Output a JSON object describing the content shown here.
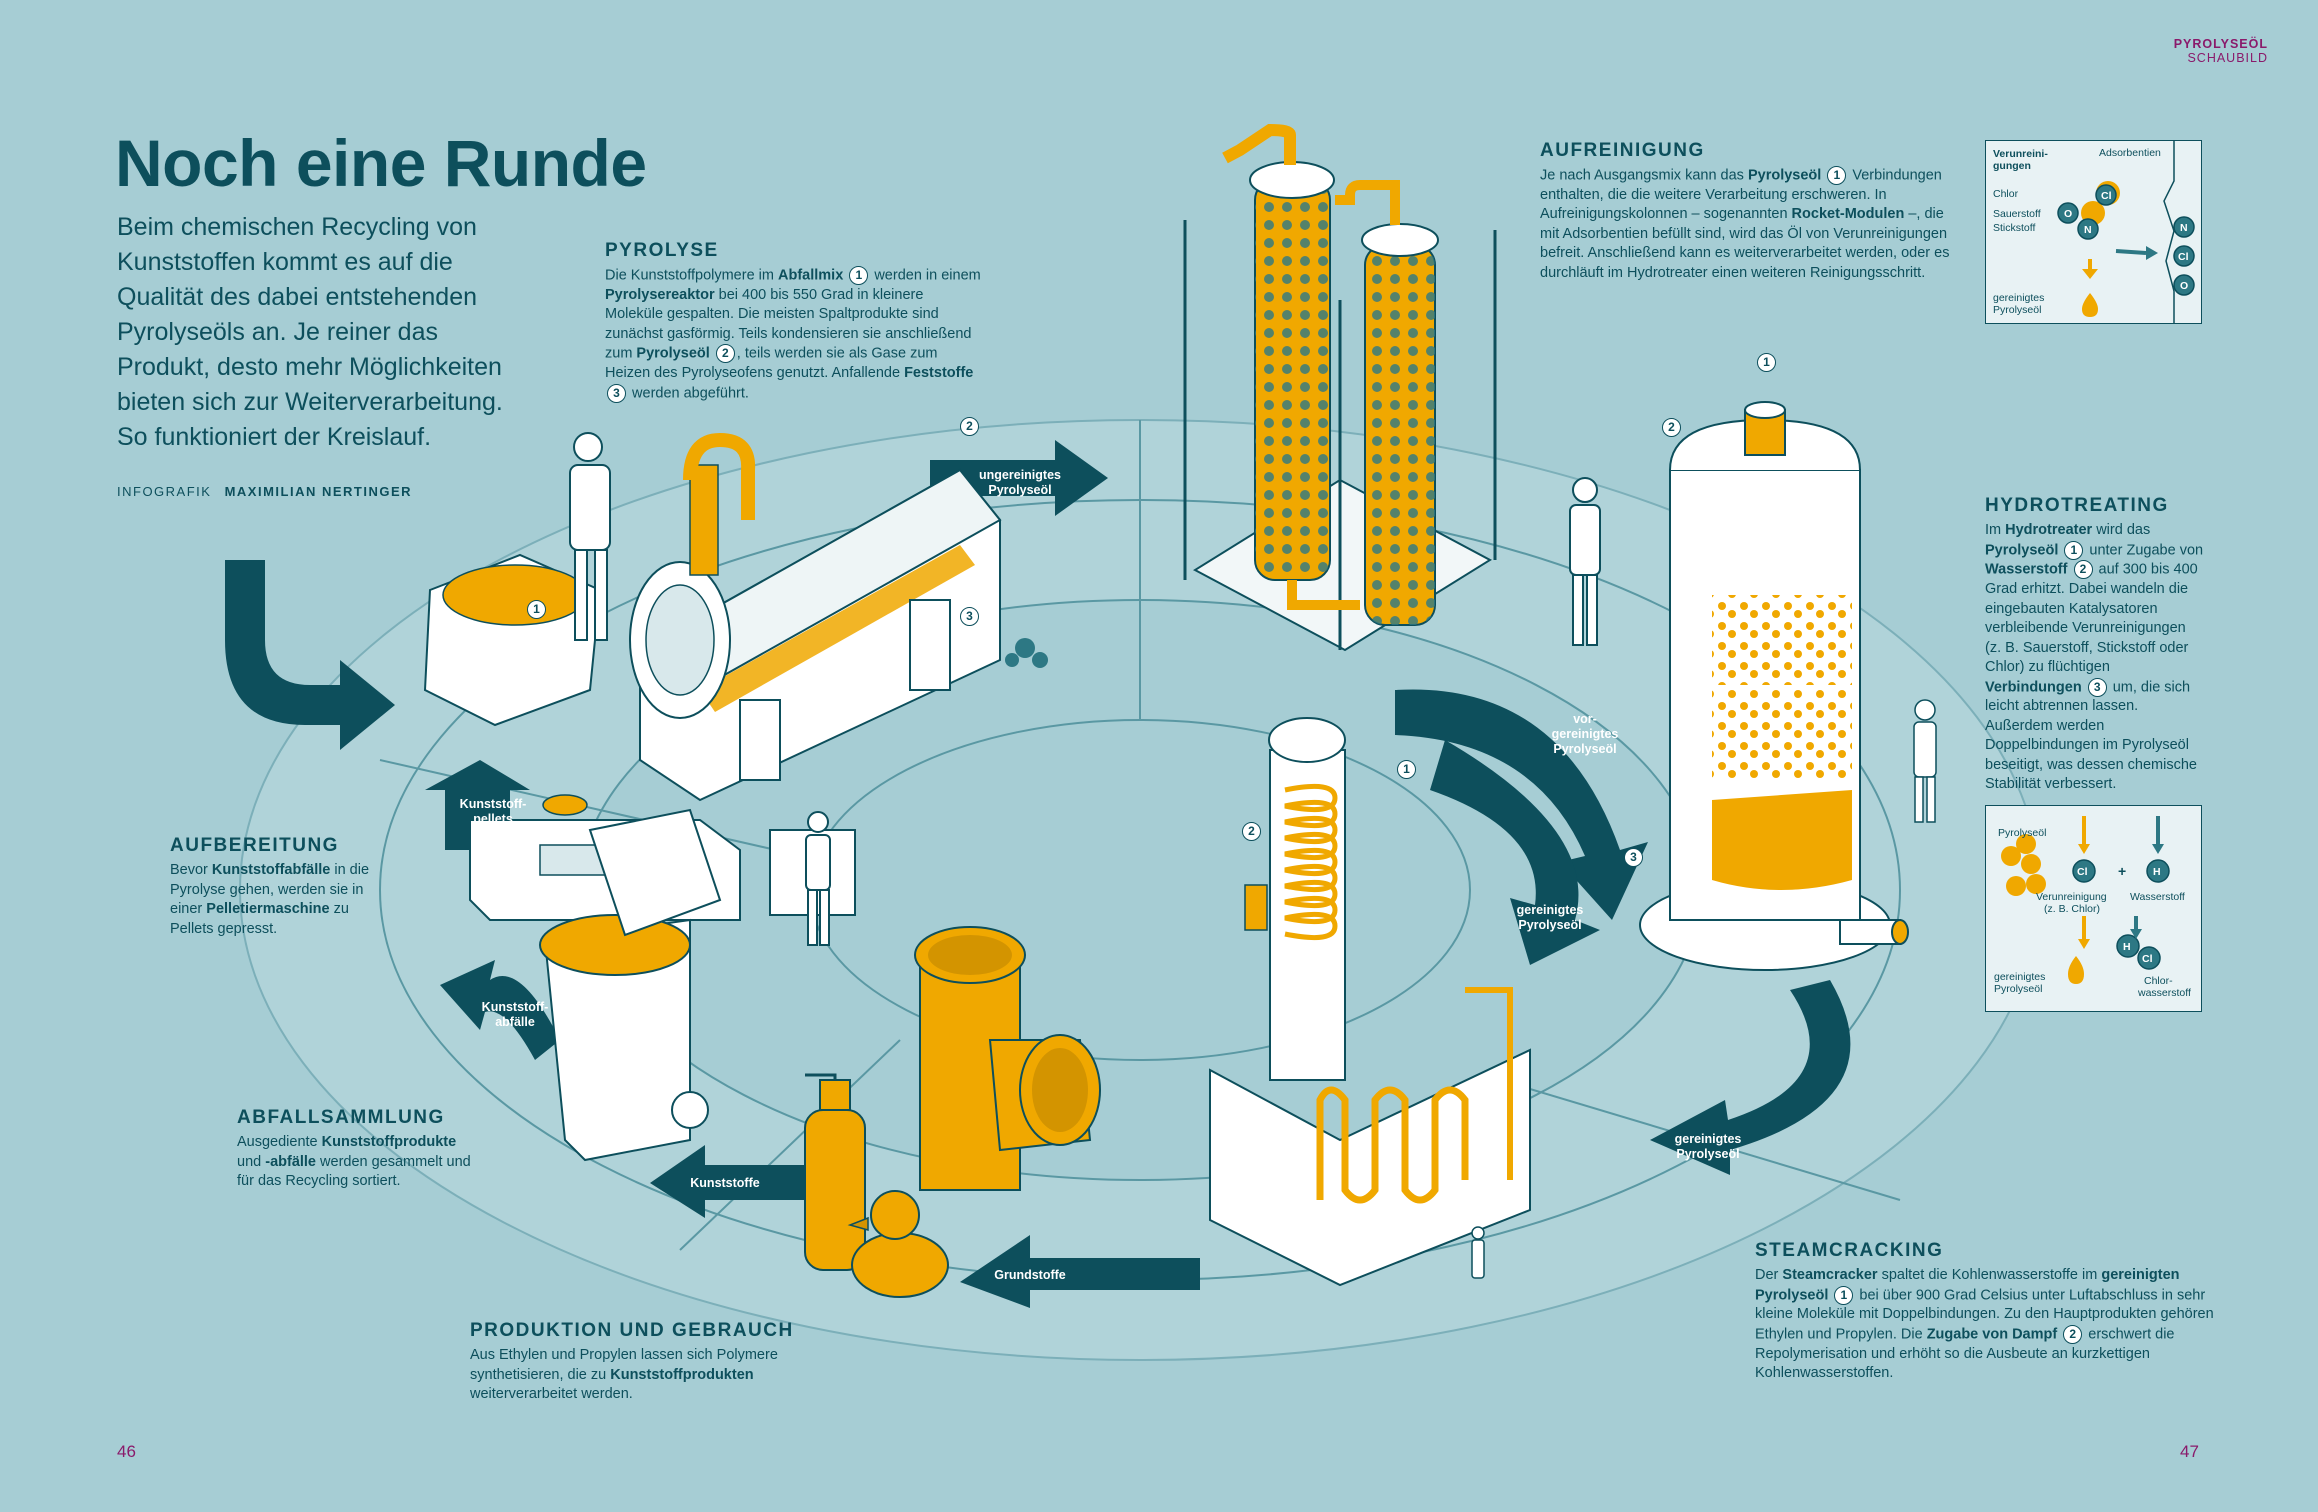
{
  "header": {
    "tag_title": "PYROLYSEÖL",
    "tag_subtitle": "SCHAUBILD"
  },
  "title": "Noch eine Runde",
  "intro": "Beim chemischen Recycling von Kunststoffen kommt es auf die Qualität des dabei entstehenden Pyrolyseöls an. Je reiner das Produkt, desto mehr Möglichkeiten bieten sich zur Weiterverarbeitung. So funktioniert der Kreislauf.",
  "credit": {
    "label": "INFOGRAFIK",
    "name": "MAXIMILIAN NERTINGER"
  },
  "pages": {
    "left": "46",
    "right": "47"
  },
  "sections": {
    "pyrolyse": {
      "title": "PYROLYSE",
      "body_html": "Die Kunststoffpolymere im <b>Abfallmix</b> <span class='num'>1</span> werden in einem <b>Pyrolysereaktor</b> bei 400 bis 550 Grad in kleinere Moleküle gespalten. Die meisten Spaltprodukte sind zunächst gasförmig. Teils kondensieren sie anschließend zum <b>Pyrolyseöl</b> <span class='num'>2</span>, teils werden sie als Gase zum Heizen des Pyrolyseofens genutzt. Anfallende <b>Feststoffe</b> <span class='num'>3</span> werden abgeführt."
    },
    "aufreinigung": {
      "title": "AUFREINIGUNG",
      "body_html": "Je nach Ausgangsmix kann das <b>Pyrolyseöl</b> <span class='num'>1</span> Verbindungen enthalten, die die weitere Verarbeitung erschweren. In Aufreinigungskolonnen – sogenannten <b>Rocket-Modulen</b> –, die mit Adsorbentien befüllt sind, wird das Öl von Verunreinigungen befreit. Anschließend kann es weiterverarbeitet werden, oder es durchläuft im Hydrotreater einen weiteren Reinigungsschritt."
    },
    "hydrotreating": {
      "title": "HYDROTREATING",
      "body_html": "Im <b>Hydrotreater</b> wird das <b>Pyrolyseöl</b> <span class='num'>1</span> unter Zugabe von <b>Wasserstoff</b> <span class='num'>2</span> auf 300 bis 400 Grad erhitzt. Dabei wandeln die eingebauten Katalysatoren verbleibende Verunreinigungen (z. B. Sauerstoff, Stickstoff oder Chlor) zu flüchtigen <b>Verbindungen</b> <span class='num'>3</span> um, die sich leicht abtrennen lassen. Außerdem werden Doppelbindungen im Pyrolyseöl beseitigt, was dessen chemische Stabilität verbessert."
    },
    "aufbereitung": {
      "title": "AUFBEREITUNG",
      "body_html": "Bevor <b>Kunststoffabfälle</b> in die Pyrolyse gehen, werden sie in einer <b>Pelletiermaschine</b> zu Pellets gepresst."
    },
    "abfallsammlung": {
      "title": "ABFALLSAMMLUNG",
      "body_html": "Ausgediente <b>Kunststoffprodukte</b> und <b>-abfälle</b> werden gesammelt und für das Recycling sortiert."
    },
    "produktion": {
      "title": "PRODUKTION UND GEBRAUCH",
      "body_html": "Aus Ethylen und Propylen lassen sich Polymere synthetisieren, die zu <b>Kunststoffprodukten</b> weiterverarbeitet werden."
    },
    "steamcracking": {
      "title": "STEAMCRACKING",
      "body_html": "Der <b>Steamcracker</b> spaltet die Kohlenwasserstoffe im <b>gereinigten Pyrolyseöl</b> <span class='num'>1</span> bei über 900 Grad Celsius unter Luftabschluss in sehr kleine Moleküle mit Doppelbindungen. Zu den Hauptprodukten gehören Ethylen und Propylen. Die <b>Zugabe von Dampf</b> <span class='num'>2</span> erschwert die Repolymerisation und erhöht so die Ausbeute an kurzkettigen Kohlenwasserstoffen."
    }
  },
  "arrows": {
    "ungereinigtes": "ungereinigtes Pyrolyseöl",
    "vorgereinigtes_1": "vor-",
    "vorgereinigtes_2": "gereinigtes",
    "vorgereinigtes_3": "Pyrolyseöl",
    "gereinigtes_a_1": "gereinigtes",
    "gereinigtes_a_2": "Pyrolyseöl",
    "gereinigtes_b_1": "gereinigtes",
    "gereinigtes_b_2": "Pyrolyseöl",
    "grundstoffe": "Grundstoffe",
    "kunststoffe": "Kunststoffe",
    "kunststoffabfaelle_1": "Kunststoff-",
    "kunststoffabfaelle_2": "abfälle",
    "kunststoffpellets_1": "Kunststoff-",
    "kunststoffpellets_2": "pellets"
  },
  "inset_top": {
    "label_verunreinigungen_1": "Verunreini-",
    "label_verunreinigungen_2": "gungen",
    "label_adsorbentien": "Adsorbentien",
    "label_chlor": "Chlor",
    "label_sauerstoff": "Sauerstoff",
    "label_stickstoff": "Stickstoff",
    "label_gereinigtes_1": "gereinigtes",
    "label_gereinigtes_2": "Pyrolyseöl",
    "atom_cl": "Cl",
    "atom_o": "O",
    "atom_n": "N"
  },
  "inset_bottom": {
    "label_pyrolyseoel": "Pyrolyseöl",
    "label_verunreinigung_1": "Verunreinigung",
    "label_verunreinigung_2": "(z. B. Chlor)",
    "label_wasserstoff": "Wasserstoff",
    "label_gereinigtes_1": "gereinigtes",
    "label_gereinigtes_2": "Pyrolyseöl",
    "label_chlorwasserstoff_1": "Chlor-",
    "label_chlorwasserstoff_2": "wasserstoff",
    "atom_cl": "Cl",
    "atom_h": "H",
    "plus": "+"
  },
  "markers": {
    "one": "1",
    "two": "2",
    "three": "3"
  },
  "colors": {
    "background": "#a6cdd4",
    "teal_dark": "#0d4f5c",
    "oil_yellow": "#f0a800",
    "accent_purple": "#8a1a6b"
  }
}
